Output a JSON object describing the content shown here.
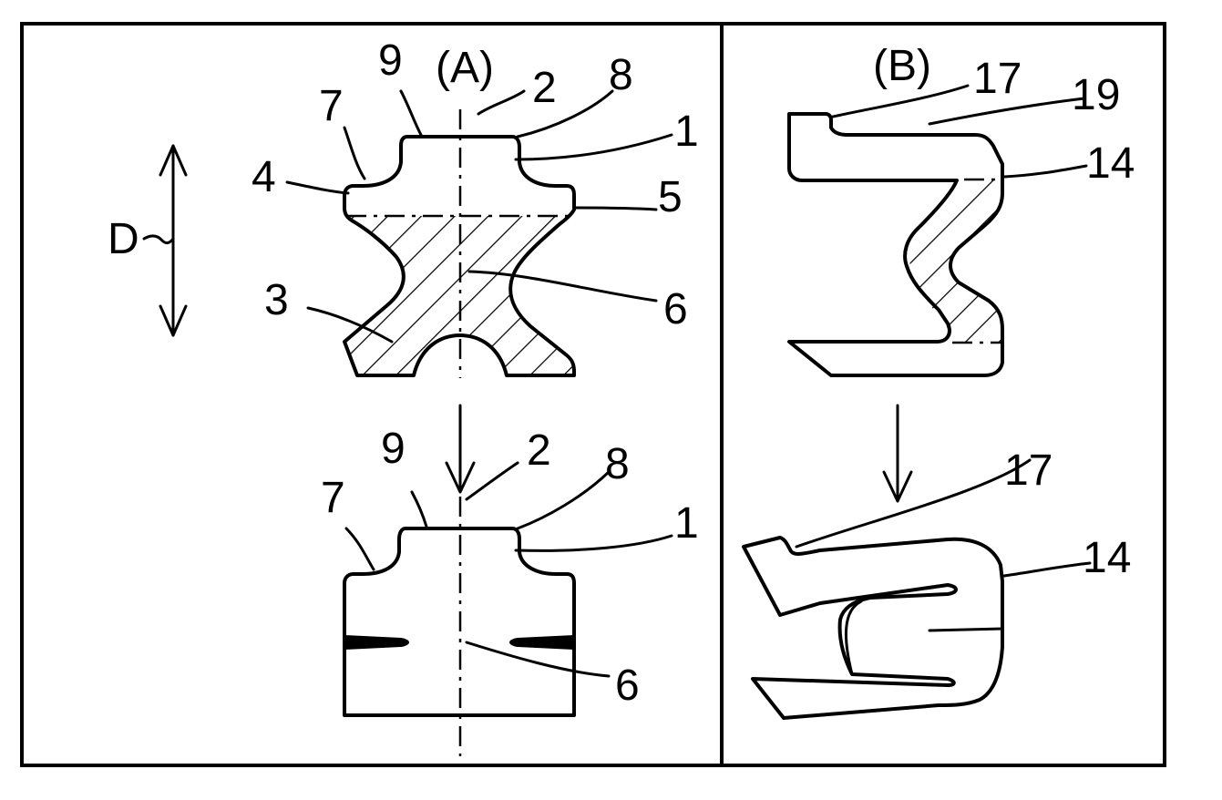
{
  "panels": {
    "a": {
      "title": "(A)",
      "direction_label": "D",
      "top_labels": {
        "l9": "9",
        "l2": "2",
        "l8": "8",
        "l7": "7",
        "l1": "1",
        "l4": "4",
        "l5": "5",
        "l3": "3",
        "l6": "6"
      },
      "bottom_labels": {
        "l9": "9",
        "l2": "2",
        "l8": "8",
        "l7": "7",
        "l1": "1",
        "l6": "6"
      }
    },
    "b": {
      "title": "(B)",
      "top_labels": {
        "l17": "17",
        "l19": "19",
        "l14": "14"
      },
      "bottom_labels": {
        "l17": "17",
        "l14": "14"
      }
    }
  }
}
